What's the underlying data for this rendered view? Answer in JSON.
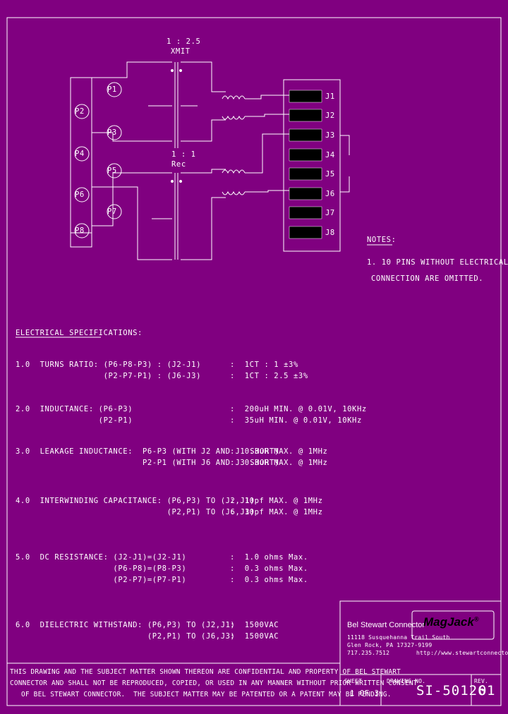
{
  "schematic": {
    "top_label_ratio": "1 : 2.5",
    "top_label_xmit": "XMIT",
    "mid_label_ratio": "1 : 1",
    "mid_label_rec": "Rec",
    "left_pins": [
      "P1",
      "P2",
      "P3",
      "P4",
      "P5",
      "P6",
      "P7",
      "P8"
    ],
    "right_pins": [
      "J1",
      "J2",
      "J3",
      "J4",
      "J5",
      "J6",
      "J7",
      "J8"
    ]
  },
  "notes": {
    "heading": "NOTES:",
    "line1": "1. 10 PINS WITHOUT ELECTRICAL",
    "line2": "CONNECTION ARE OMITTED."
  },
  "specs": {
    "heading": "ELECTRICAL SPECIFICATIONS:",
    "rows": [
      {
        "left": "1.0  TURNS RATIO: (P6-P8-P3) : (J2-J1)",
        "right": ":  1CT : 1 ±3%"
      },
      {
        "left": "                  (P2-P7-P1) : (J6-J3)",
        "right": ":  1CT : 2.5 ±3%"
      },
      {
        "left": "2.0  INDUCTANCE: (P6-P3)",
        "right": ":  200uH MIN. @ 0.01V, 10KHz"
      },
      {
        "left": "                 (P2-P1)",
        "right": ":  35uH MIN. @ 0.01V, 10KHz"
      },
      {
        "left": "3.0  LEAKAGE INDUCTANCE:  P6-P3 (WITH J2 AND J1 SHORT)",
        "right": ":  0.3uH MAX. @ 1MHz"
      },
      {
        "left": "                          P2-P1 (WITH J6 AND J3 SHORT)",
        "right": ":  0.3uH MAX. @ 1MHz"
      },
      {
        "left": "4.0  INTERWINDING CAPACITANCE: (P6,P3) TO (J2,J1)",
        "right": ":  10pf MAX. @ 1MHz"
      },
      {
        "left": "                               (P2,P1) TO (J6,J3)",
        "right": ":  10pf MAX. @ 1MHz"
      },
      {
        "left": "5.0  DC RESISTANCE: (J2-J1)=(J2-J1)",
        "right": ":  1.0 ohms Max."
      },
      {
        "left": "                    (P6-P8)=(P8-P3)",
        "right": ":  0.3 ohms Max."
      },
      {
        "left": "                    (P2-P7)=(P7-P1)",
        "right": ":  0.3 ohms Max."
      },
      {
        "left": "6.0  DIELECTRIC WITHSTAND: (P6,P3) TO (J2,J1)",
        "right": ":  1500VAC"
      },
      {
        "left": "                           (P2,P1) TO (J6,J3)",
        "right": ":  1500VAC"
      }
    ]
  },
  "title_block": {
    "company": "Bel Stewart Connector",
    "addr1": "11118 Susquehanna Trail South",
    "addr2": "Glen Rock, PA 17327-9199",
    "phone": "717.235.7512",
    "brand": "MagJack",
    "reg": "®",
    "url": "http://www.stewartconnector.com",
    "sheet_label": "SHEET",
    "sheet_value": "1 OF 3",
    "drawing_label": "DRAWING NO.",
    "drawing_value": "SI-50126",
    "rev_label": "REV.",
    "rev_value": "01"
  },
  "confidential": {
    "line1": "THIS DRAWING AND THE SUBJECT MATTER SHOWN THEREON ARE CONFIDENTIAL AND PROPERTY OF BEL STEWART",
    "line2": "CONNECTOR AND SHALL NOT BE REPRODUCED, COPIED, OR USED IN ANY MANNER WITHOUT PRIOR WRITTEN CONSENT",
    "line3": "OF BEL STEWART CONNECTOR.  THE SUBJECT MATTER MAY BE PATENTED OR A PATENT MAY BE PENDING."
  }
}
